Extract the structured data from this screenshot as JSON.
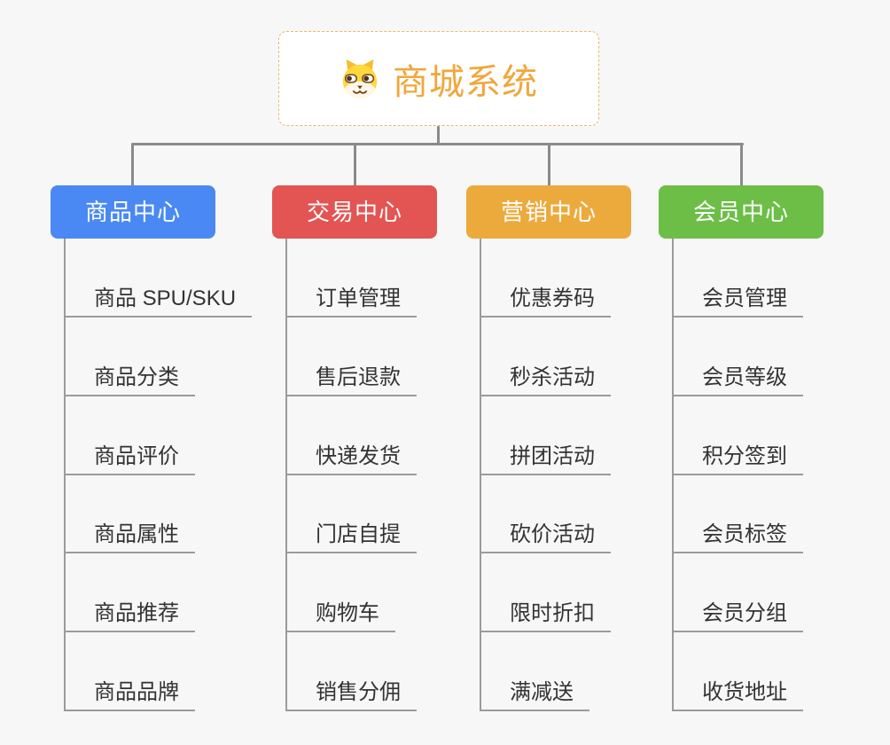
{
  "root": {
    "label": "商城系统",
    "text_color": "#f0a73c",
    "border_color": "#eeb666",
    "icon": "dog-face-icon"
  },
  "branches": [
    {
      "id": "product-center",
      "label": "商品中心",
      "color": "#4a89f3",
      "items": [
        "商品 SPU/SKU",
        "商品分类",
        "商品评价",
        "商品属性",
        "商品推荐",
        "商品品牌"
      ]
    },
    {
      "id": "trade-center",
      "label": "交易中心",
      "color": "#e25552",
      "items": [
        "订单管理",
        "售后退款",
        "快递发货",
        "门店自提",
        "购物车",
        "销售分佣"
      ]
    },
    {
      "id": "marketing-center",
      "label": "营销中心",
      "color": "#ecaa3d",
      "items": [
        "优惠券码",
        "秒杀活动",
        "拼团活动",
        "砍价活动",
        "限时折扣",
        "满减送"
      ]
    },
    {
      "id": "member-center",
      "label": "会员中心",
      "color": "#6cbe47",
      "items": [
        "会员管理",
        "会员等级",
        "积分签到",
        "会员标签",
        "会员分组",
        "收货地址"
      ]
    }
  ],
  "colors": {
    "background": "#f7f7f7",
    "connector": "#8a8a8a",
    "leaf_line": "#9b9b9b",
    "leaf_text": "#333333",
    "branch_text": "#ffffff"
  }
}
